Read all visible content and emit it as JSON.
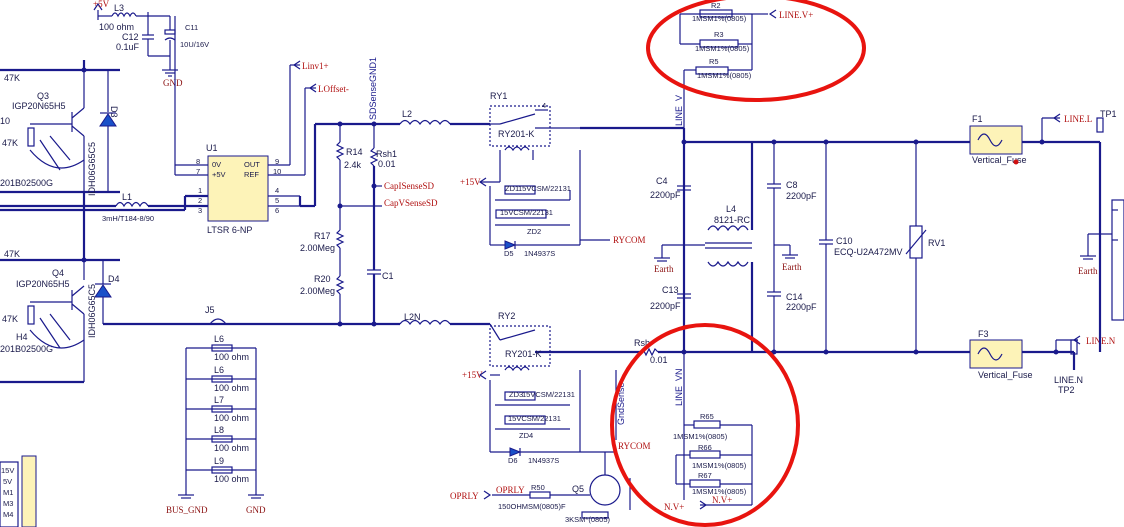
{
  "components": {
    "l3": {
      "ref": "L3",
      "value": "100 ohm"
    },
    "c12": {
      "ref": "C12",
      "value": "0.1uF"
    },
    "c11": {
      "ref": "C11",
      "value": "10U/16V"
    },
    "q3": {
      "ref": "Q3",
      "part": "IGP20N65H5"
    },
    "q4": {
      "ref": "Q4",
      "part": "IGP20N65H5"
    },
    "d3": {
      "ref": "D3",
      "part": "IDH06G65C5"
    },
    "d4": {
      "ref": "D4",
      "part": "IDH06G65C5"
    },
    "u1": {
      "ref": "U1",
      "part": "LTSR 6-NP",
      "pins": [
        "0V",
        "+5V",
        "OUT",
        "REF"
      ],
      "pin_numbers": [
        "8",
        "7",
        "9",
        "10",
        "1",
        "2",
        "3",
        "4",
        "5",
        "6"
      ]
    },
    "l1": {
      "ref": "L1",
      "value": "3mH/T184-8/90"
    },
    "l2": {
      "ref": "L2"
    },
    "l2n": {
      "ref": "L2N"
    },
    "r14": {
      "ref": "R14",
      "value": "2.4k"
    },
    "rsh1": {
      "ref": "Rsh1",
      "value": "0.01"
    },
    "rsh2": {
      "ref": "Rsh",
      "value": "0.01"
    },
    "r17": {
      "ref": "R17",
      "value": "2.00Meg"
    },
    "r20": {
      "ref": "R20",
      "value": "2.00Meg"
    },
    "c1": {
      "ref": "C1"
    },
    "ry1": {
      "ref": "RY1",
      "part": "RY201-K"
    },
    "ry2": {
      "ref": "RY2",
      "part": "RY201-K"
    },
    "zd1": {
      "ref": "ZD1",
      "part": "15VCSM/22131"
    },
    "zd2": {
      "ref": "ZD2",
      "part": "15VCSM/22131"
    },
    "zd3": {
      "ref": "ZD3",
      "part": "15VCSM/22131"
    },
    "zd4": {
      "ref": "ZD4",
      "part": "15VCSM/22131"
    },
    "d5": {
      "ref": "D5",
      "part": "1N4937S"
    },
    "d6": {
      "ref": "D6",
      "part": "1N4937S"
    },
    "j5": {
      "ref": "J5"
    },
    "l6": {
      "ref": "L6",
      "value": "100 ohm"
    },
    "l6b": {
      "ref": "L6",
      "value": "100 ohm"
    },
    "l7": {
      "ref": "L7",
      "value": "100 ohm"
    },
    "l8": {
      "ref": "L8",
      "value": "100 ohm"
    },
    "l9": {
      "ref": "L9",
      "value": "100 ohm"
    },
    "r2": {
      "ref": "R2",
      "value": "1MSM1%(0805)"
    },
    "r3": {
      "ref": "R3",
      "value": "1MSM1%(0805)"
    },
    "r5": {
      "ref": "R5",
      "value": "1MSM1%(0805)"
    },
    "r65": {
      "ref": "R65",
      "value": "1MSM1%(0805)"
    },
    "r66": {
      "ref": "R66",
      "value": "1MSM1%(0805)"
    },
    "r67": {
      "ref": "R67",
      "value": "1MSM1%(0805)"
    },
    "c4": {
      "ref": "C4",
      "value": "2200pF"
    },
    "c13": {
      "ref": "C13",
      "value": "2200pF"
    },
    "c8": {
      "ref": "C8",
      "value": "2200pF"
    },
    "c14": {
      "ref": "C14",
      "value": "2200pF"
    },
    "l4": {
      "ref": "L4",
      "part": "8121-RC"
    },
    "c10": {
      "ref": "C10",
      "part": "ECQ-U2A472MV"
    },
    "rv1": {
      "ref": "RV1"
    },
    "f1": {
      "ref": "F1",
      "part": "Vertical_Fuse"
    },
    "f3": {
      "ref": "F3",
      "part": "Vertical_Fuse"
    },
    "q5": {
      "ref": "Q5"
    },
    "r50": {
      "ref": "R50",
      "value": "150OHMSM(0805)F"
    },
    "r_q5": {
      "value": "3KSM*(0805)"
    },
    "r47k_a": {
      "value": "47K"
    },
    "r47k_b": {
      "value": "47K"
    },
    "r47k_c": {
      "value": "47K"
    },
    "r10": {
      "value": "10"
    },
    "h4": {
      "ref": "H4",
      "part": "201B02500G"
    },
    "h3": {
      "part": "201B02500G"
    },
    "tp1": {
      "ref": "TP1"
    },
    "tp2": {
      "ref": "TP2"
    }
  },
  "nets": {
    "p5v": "+5V",
    "gnd": "GND",
    "linv1": "Linv1+",
    "loffset": "LOffset-",
    "sdsense": "SDSenseGND1",
    "capisense": "CapISenseSD",
    "capvsense": "CapVSenseSD",
    "p15v_a": "+15V",
    "p15v_b": "+15V",
    "rycom_a": "RYCOM",
    "rycom_b": "RYCOM",
    "earth_a": "Earth",
    "earth_b": "Earth",
    "earth_c": "Earth",
    "line_vp": "LINE.V+",
    "line_v": "LINE_V",
    "line_vn": "LINE_VN",
    "line_l": "LINE.L",
    "line_n": "LINE.N",
    "line_n_lbl": "LINE.N",
    "nv": "N.V+",
    "nv2": "N.V+",
    "oprly": "OPRLY",
    "oprly2": "OPRLY",
    "bus_gnd": "BUS_GND",
    "gnd2": "GND",
    "gndsense": "GndSense",
    "conn_pins": [
      "15V",
      "5V",
      "M1",
      "M3",
      "M4"
    ]
  },
  "highlights": [
    "ring-line-v",
    "ring-n-v"
  ],
  "colors": {
    "wire": "#1a1a8c",
    "net_label": "#b01010",
    "highlight": "#e8140f",
    "component_fill": "#fdf3b8",
    "diode": "#1a50c8"
  }
}
